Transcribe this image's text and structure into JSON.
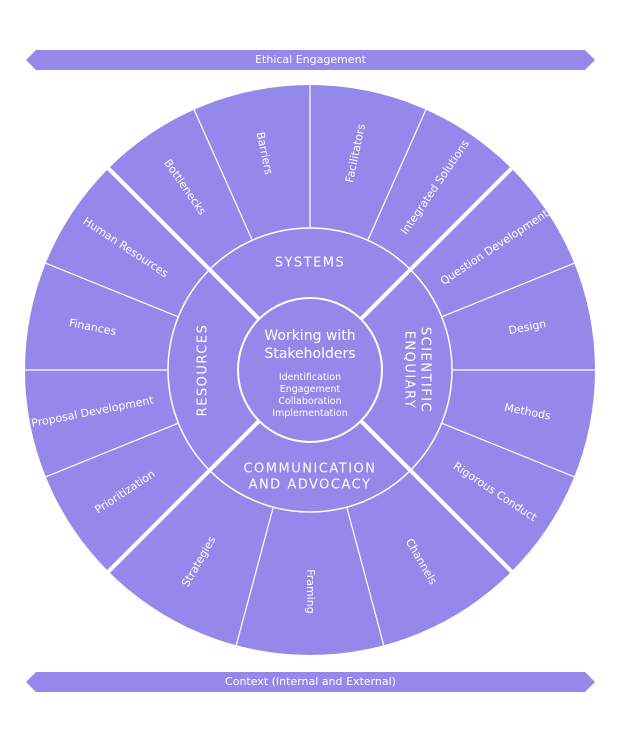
{
  "colors": {
    "fill": "#9489ea",
    "stroke": "#ffffff",
    "text": "#ffffff",
    "background": "#ffffff"
  },
  "top_banner": {
    "label": "Ethical Engagement"
  },
  "bottom_banner": {
    "label": "Context (Internal and External)"
  },
  "center": {
    "title_line1": "Working with",
    "title_line2": "Stakeholders",
    "items": [
      "Identification",
      "Engagement",
      "Collaboration",
      "Implementation"
    ]
  },
  "quadrants": [
    {
      "id": "systems",
      "label_lines": [
        "SYSTEMS"
      ],
      "segments": [
        "Bottlenecks",
        "Barriers",
        "Facilitators",
        "Integrated Solutions"
      ]
    },
    {
      "id": "scientific-enquiary",
      "label_lines": [
        "SCIENTIFIC",
        "ENQUIARY"
      ],
      "segments": [
        "Question Development",
        "Design",
        "Methods",
        "Rigorous Conduct"
      ]
    },
    {
      "id": "communication-and-advocacy",
      "label_lines": [
        "COMMUNICATION",
        "AND ADVOCACY"
      ],
      "segments": [
        "Channels",
        "Framing",
        "Strategies"
      ]
    },
    {
      "id": "resources",
      "label_lines": [
        "RESOURCES"
      ],
      "segments": [
        "Prioritization",
        "Proposal Development",
        "Finances",
        "Human Resources"
      ]
    }
  ]
}
